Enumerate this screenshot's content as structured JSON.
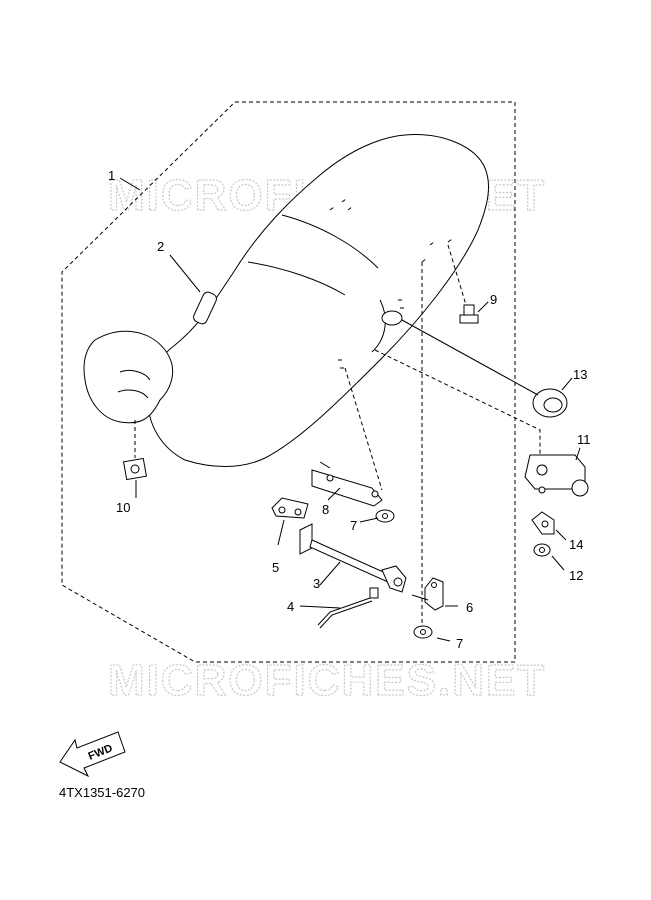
{
  "watermarks": [
    "MICROFICHES.NET",
    "MICROFICHES.NET"
  ],
  "parts": [
    {
      "id": "1",
      "label": "1"
    },
    {
      "id": "2",
      "label": "2"
    },
    {
      "id": "3",
      "label": "3"
    },
    {
      "id": "4",
      "label": "4"
    },
    {
      "id": "5",
      "label": "5"
    },
    {
      "id": "6",
      "label": "6"
    },
    {
      "id": "7a",
      "label": "7"
    },
    {
      "id": "7b",
      "label": "7"
    },
    {
      "id": "8",
      "label": "8"
    },
    {
      "id": "9",
      "label": "9"
    },
    {
      "id": "10",
      "label": "10"
    },
    {
      "id": "11",
      "label": "11"
    },
    {
      "id": "12",
      "label": "12"
    },
    {
      "id": "13",
      "label": "13"
    },
    {
      "id": "14",
      "label": "14"
    }
  ],
  "fwd_label": "FWD",
  "catalog_number": "4TX1351-6270"
}
